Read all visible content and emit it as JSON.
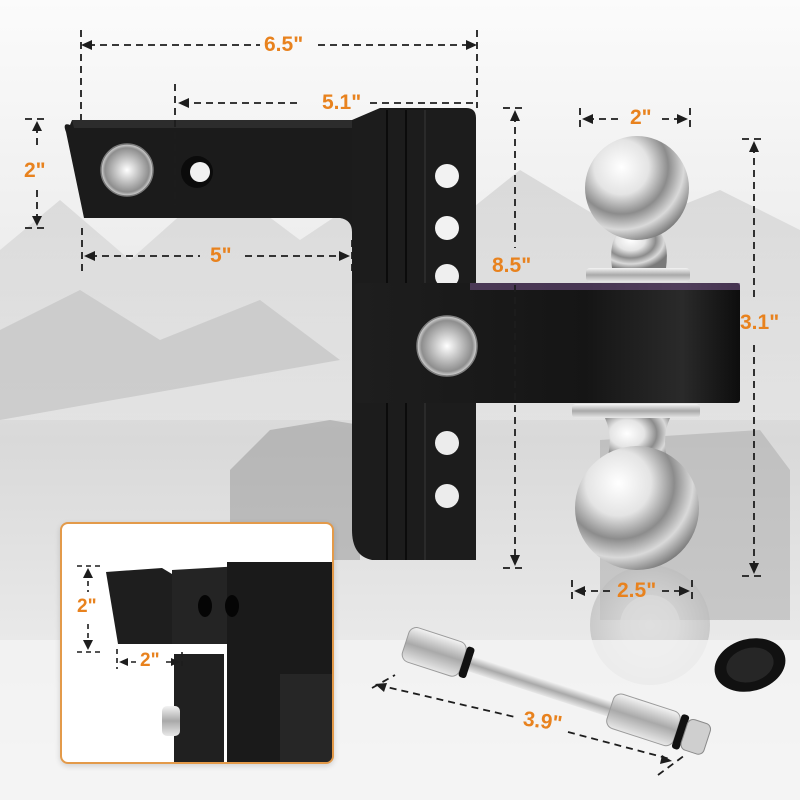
{
  "product": {
    "name": "Adjustable Drop Hitch with Dual Ball and Locking Pin",
    "accent_color": "#e8821e",
    "inset_border_color": "#e39a4a"
  },
  "dimensions": {
    "shank_total_length": "6.5\"",
    "pin_hole_to_rise": "5.1\"",
    "shank_height": "2\"",
    "shank_length": "5\"",
    "rise_plate_height": "8.5\"",
    "small_ball_diameter": "2\"",
    "ball_mount_height": "3.1\"",
    "large_ball_diameter": "2.5\"",
    "pin_length": "3.9\""
  },
  "inset": {
    "shank_height": "2\"",
    "shank_width": "2\""
  },
  "components": [
    {
      "name": "shank",
      "color": "#1a1a1a"
    },
    {
      "name": "rise-plate",
      "color": "#1c1c1c"
    },
    {
      "name": "ball-mount-sleeve",
      "color": "#141414"
    },
    {
      "name": "ball-2-inch",
      "color": "#d8d8d8"
    },
    {
      "name": "ball-2.5-inch",
      "color": "#d8d8d8"
    },
    {
      "name": "locking-pin",
      "color": "#cfcfcf"
    },
    {
      "name": "lock-cap",
      "color": "#111111"
    }
  ]
}
